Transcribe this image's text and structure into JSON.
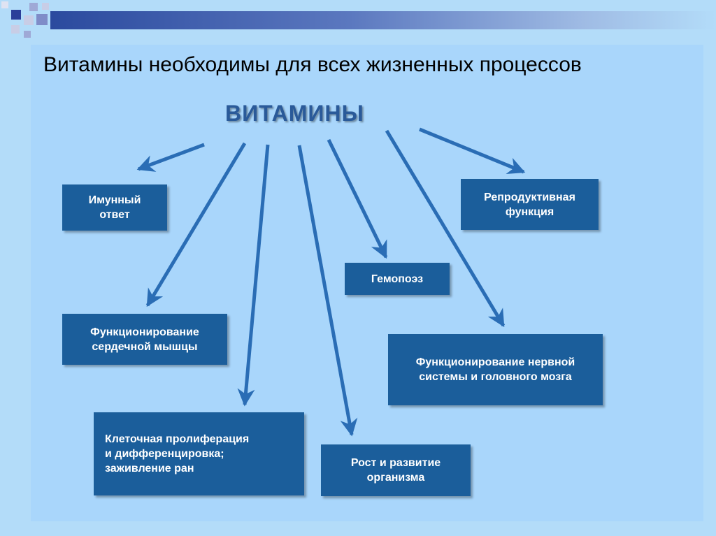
{
  "slide": {
    "title": "Витамины необходимы для всех жизненных процессов",
    "heading": "ВИТАМИНЫ",
    "boxes": {
      "immune": "Имунный\nответ",
      "reproductive": "Репродуктивная\nфункция",
      "hemopoiesis": "Гемопоэз",
      "heart": "Функционирование\nсердечной мышцы",
      "nervous": "Функционирование нервной\nсистемы и головного мозга",
      "proliferation": "Клеточная пролиферация\nи дифференцировка;\nзаживление ран",
      "growth": "Рост и развитие\nорганизма"
    }
  },
  "colors": {
    "background": "#b3dcf9",
    "panel": "#a9d6fb",
    "box": "#1b5e9b",
    "box_text": "#ffffff",
    "arrow": "#2a6db5",
    "heading": "#2a5a99",
    "title": "#000000"
  }
}
